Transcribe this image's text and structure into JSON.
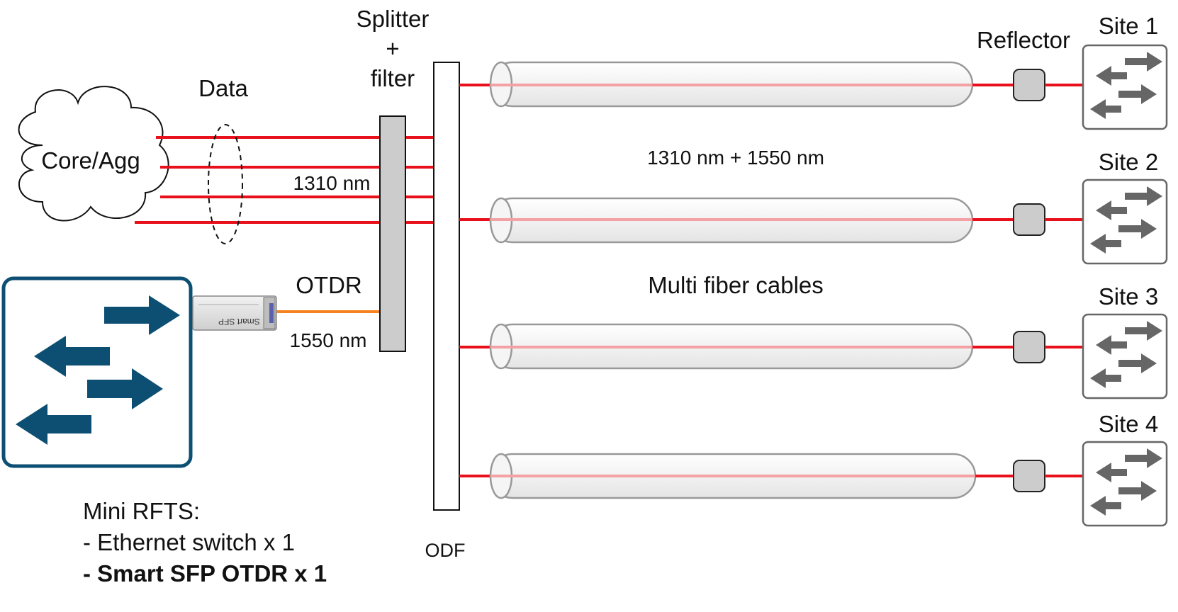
{
  "labels": {
    "core": "Core/Agg",
    "data": "Data",
    "splitter": [
      "Splitter",
      "+",
      "filter"
    ],
    "wl_1310": "1310 nm",
    "otdr": "OTDR",
    "wl_1550": "1550 nm",
    "odf": "ODF",
    "reflector": "Reflector",
    "cable_wavelengths": "1310 nm + 1550 nm",
    "cables": "Multi fiber cables",
    "sfp_text": "Smart SFP"
  },
  "sites": [
    {
      "name": "Site 1"
    },
    {
      "name": "Site 2"
    },
    {
      "name": "Site 3"
    },
    {
      "name": "Site 4"
    }
  ],
  "legend": {
    "title": "Mini RFTS:",
    "items": [
      {
        "text": "- Ethernet switch x 1",
        "bold": false
      },
      {
        "text": "- Smart SFP OTDR  x 1",
        "bold": true
      }
    ]
  },
  "colors": {
    "fiber": "#e8101a",
    "otdr_fiber": "#f5821f",
    "switch_main": "#0d4f73",
    "switch_site": "#666666",
    "panel_gray": "#cccccc"
  }
}
